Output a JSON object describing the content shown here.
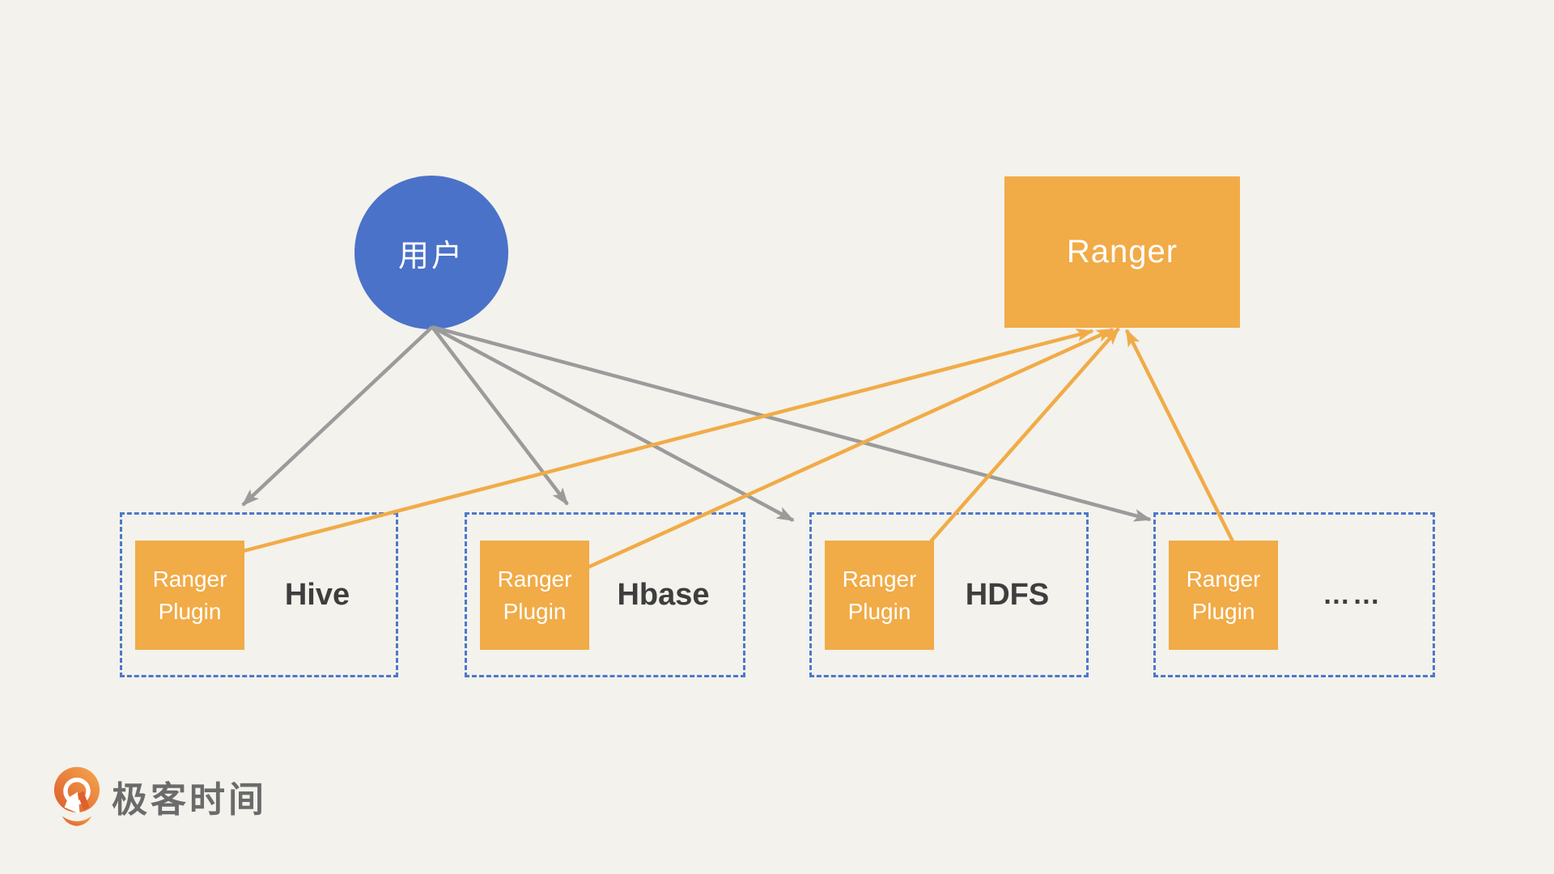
{
  "colors": {
    "background": "#F3F2EC",
    "user_blue": "#4B72C9",
    "accent_orange": "#F1AB47",
    "dashed_border_blue": "#4D78CC",
    "arrow_gray": "#9B9B9B",
    "label_dark": "#3E3E3E",
    "logo_text_gray": "#6B6B6B",
    "logo_gradient_start": "#DD5A2D",
    "logo_gradient_end": "#F5A84D"
  },
  "nodes": {
    "user": {
      "label": "用户"
    },
    "ranger": {
      "label": "Ranger"
    }
  },
  "plugin_label": "Ranger Plugin",
  "services": [
    {
      "label": "Hive"
    },
    {
      "label": "Hbase"
    },
    {
      "label": "HDFS"
    },
    {
      "label": "……"
    }
  ],
  "footer": {
    "brand": "极客时间",
    "logo_icon": "geektime-pin-icon"
  }
}
